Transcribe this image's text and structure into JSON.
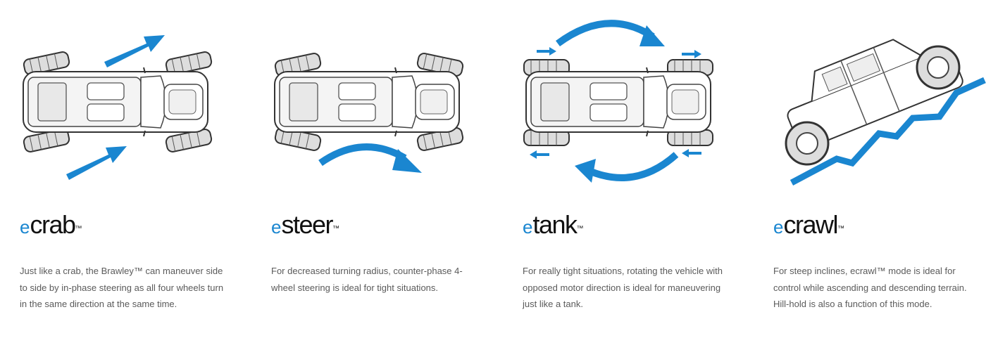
{
  "accent_color": "#1a86d0",
  "modes": [
    {
      "prefix": "e",
      "name": "crab",
      "tm": "™",
      "icon": "crab-mode-illustration",
      "lines": [
        "Just like a crab, the Brawley™ can maneuver side",
        "to side by in-phase steering as all four wheels turn",
        "in the same direction at the same time."
      ]
    },
    {
      "prefix": "e",
      "name": "steer",
      "tm": "™",
      "icon": "steer-mode-illustration",
      "lines": [
        "For decreased turning radius, counter-phase 4-",
        "wheel steering is ideal for tight situations."
      ]
    },
    {
      "prefix": "e",
      "name": "tank",
      "tm": "™",
      "icon": "tank-mode-illustration",
      "lines": [
        "For really tight situations, rotating the vehicle with",
        "opposed motor direction is ideal for maneuvering",
        "just like a tank."
      ]
    },
    {
      "prefix": "e",
      "name": "crawl",
      "tm": "™",
      "icon": "crawl-mode-illustration",
      "lines": [
        "For steep inclines, ecrawl™ mode is ideal for",
        "control while ascending and descending terrain.",
        "Hill-hold is also a function of this mode."
      ]
    }
  ]
}
